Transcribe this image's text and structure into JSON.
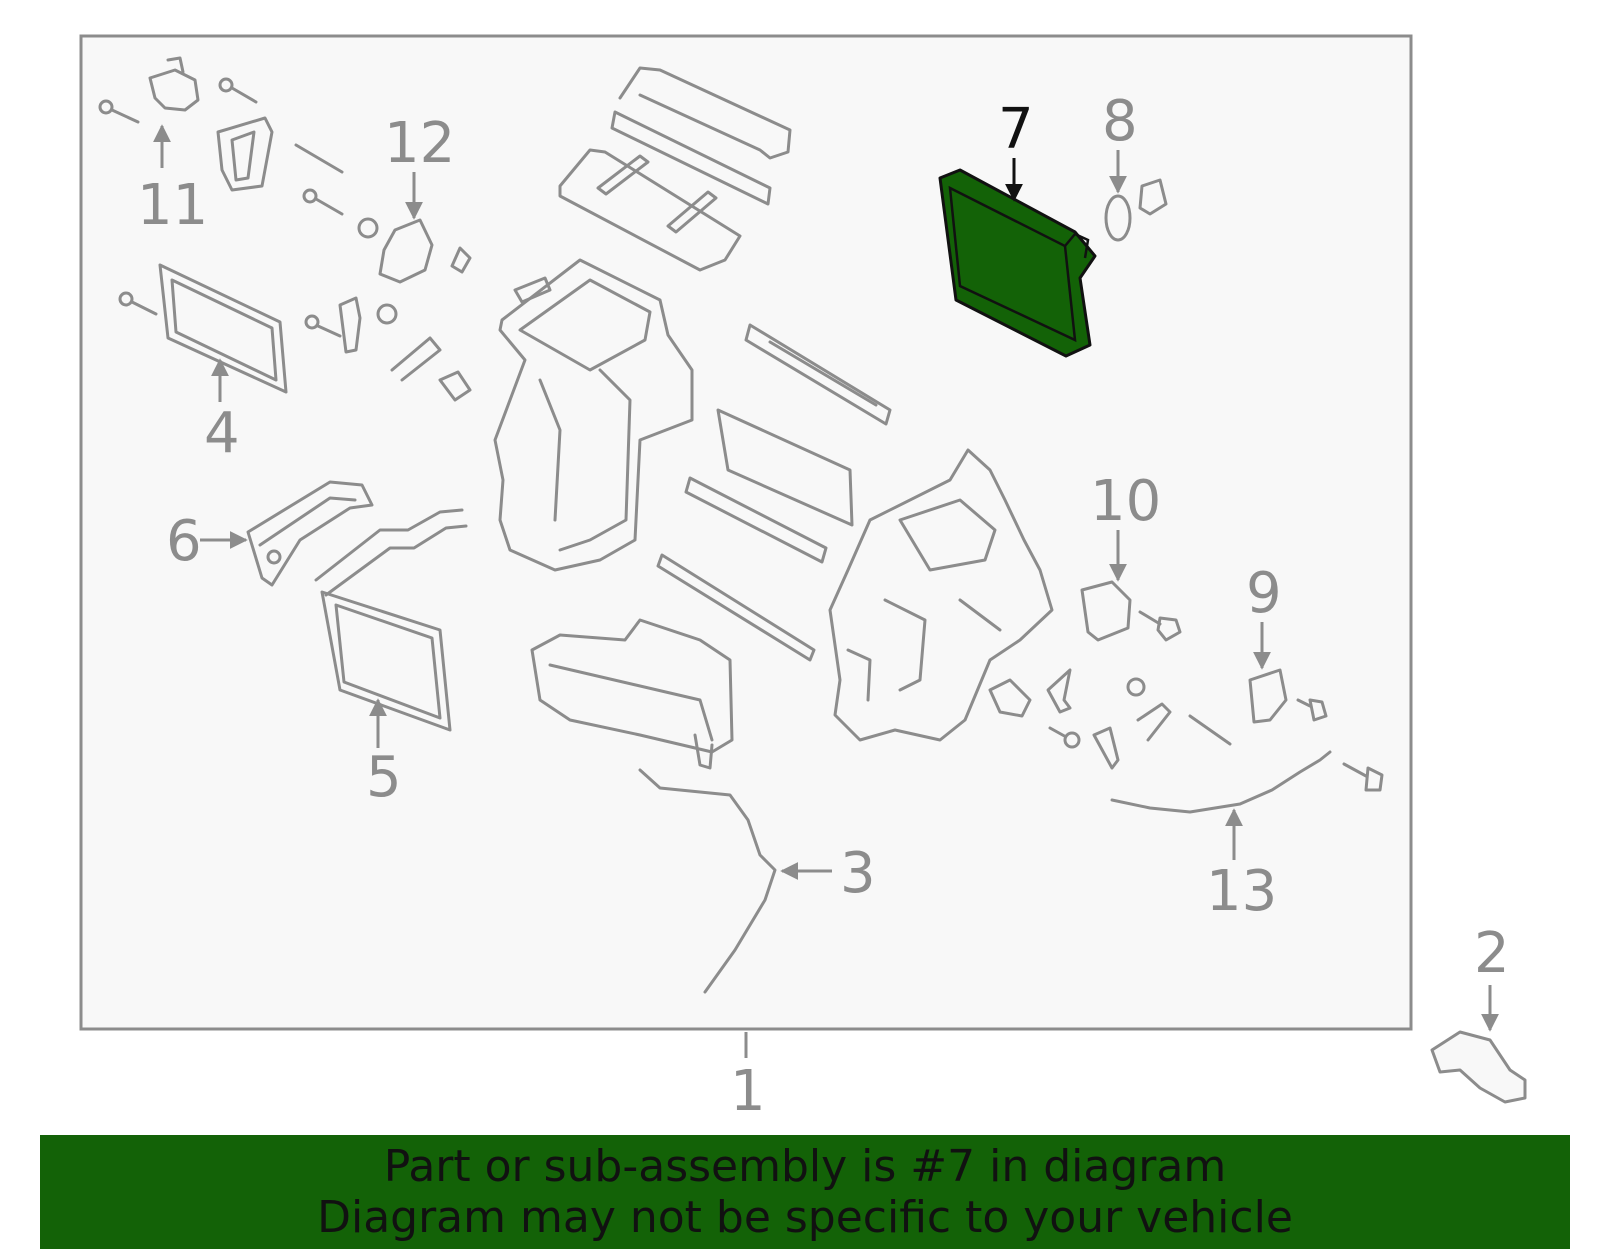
{
  "colors": {
    "highlight": "#136207",
    "part_stroke": "#8c8c8c",
    "panel_fill": "#f8f8f8",
    "highlight_text": "#111111"
  },
  "callouts": {
    "c1": "1",
    "c2": "2",
    "c3": "3",
    "c4": "4",
    "c5": "5",
    "c6": "6",
    "c7": "7",
    "c8": "8",
    "c9": "9",
    "c10": "10",
    "c11": "11",
    "c12": "12",
    "c13": "13"
  },
  "highlighted_part": "7",
  "banner": {
    "line1": "Part or sub-assembly is #7 in diagram",
    "line2": "Diagram may not be specific to your vehicle"
  }
}
